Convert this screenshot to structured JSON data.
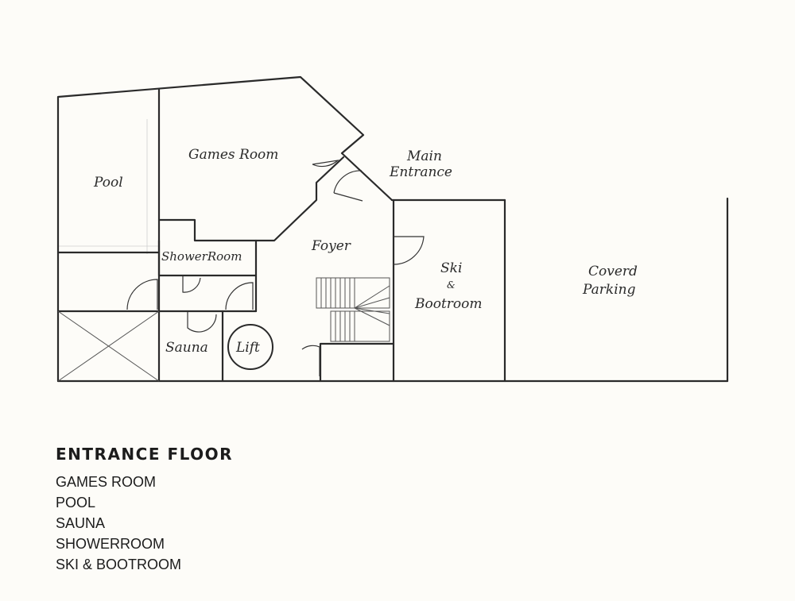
{
  "plan": {
    "rooms": {
      "pool": "Pool",
      "games_room": "Games Room",
      "main_entrance_line1": "Main",
      "main_entrance_line2": "Entrance",
      "foyer": "Foyer",
      "shower_room": "ShowerRoom",
      "ski_line1": "Ski",
      "ski_line2": "&",
      "ski_line3": "Bootroom",
      "covered_line1": "Coverd",
      "covered_line2": "Parking",
      "sauna": "Sauna",
      "lift": "Lift"
    }
  },
  "legend": {
    "title": "ENTRANCE FLOOR",
    "items": [
      "GAMES ROOM",
      "POOL",
      "SAUNA",
      "SHOWERROOM",
      "SKI & BOOTROOM"
    ]
  }
}
